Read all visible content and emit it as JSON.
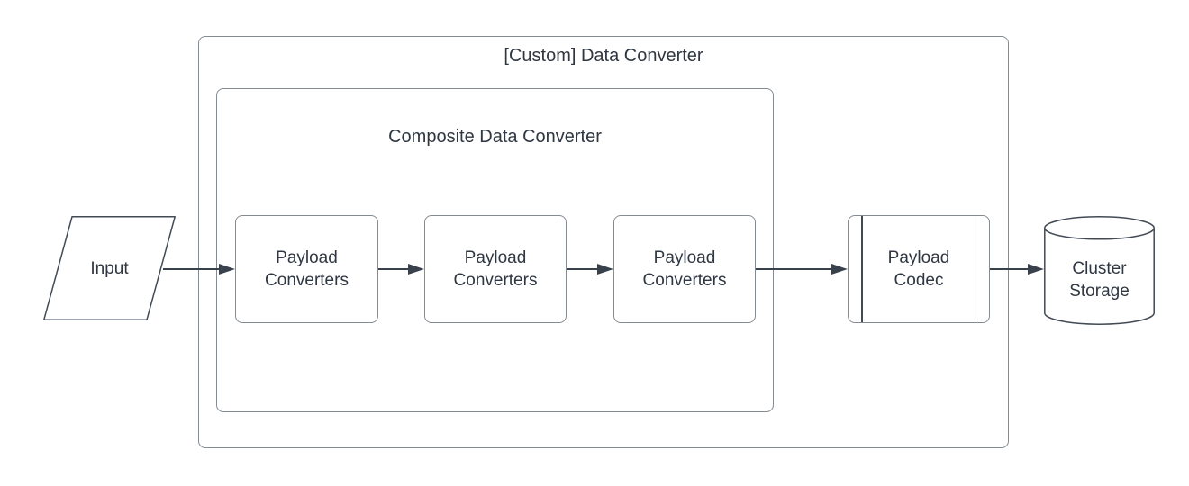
{
  "colors": {
    "background": "#ffffff",
    "container_border": "#858b92",
    "node_border": "#858b92",
    "shape_stroke": "#414a55",
    "arrow": "#39414d",
    "text": "#2f3742"
  },
  "diagram": {
    "outer_container": {
      "title": "[Custom] Data Converter"
    },
    "inner_container": {
      "title": "Composite Data Converter"
    },
    "nodes": {
      "input": {
        "label": "Input",
        "shape": "parallelogram"
      },
      "payload_converters_1": {
        "label": "Payload\nConverters",
        "shape": "rounded-rectangle"
      },
      "payload_converters_2": {
        "label": "Payload\nConverters",
        "shape": "rounded-rectangle"
      },
      "payload_converters_3": {
        "label": "Payload\nConverters",
        "shape": "rounded-rectangle"
      },
      "payload_codec": {
        "label": "Payload\nCodec",
        "shape": "predefined-process"
      },
      "cluster_storage": {
        "label": "Cluster\nStorage",
        "shape": "cylinder"
      }
    }
  }
}
